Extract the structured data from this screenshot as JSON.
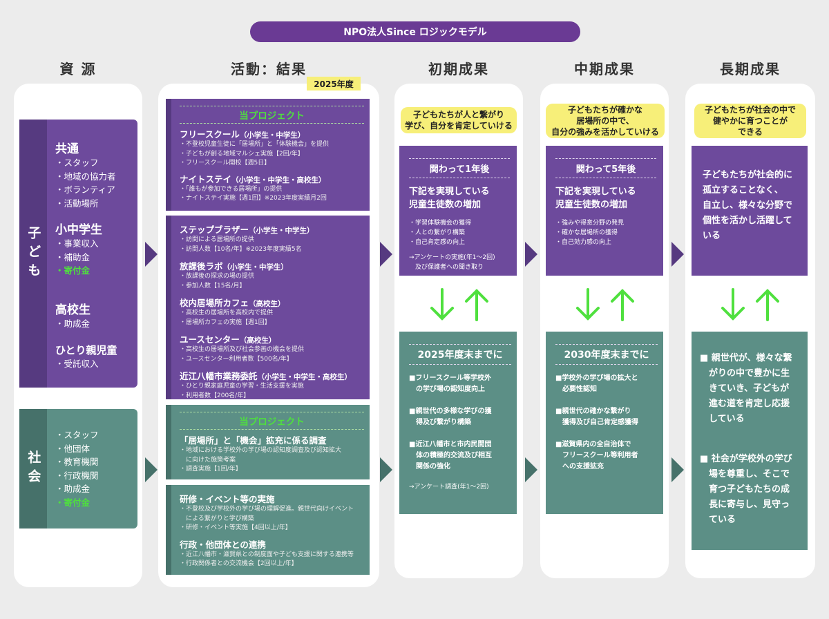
{
  "title": "NPO法人Since ロジックモデル",
  "columns": {
    "resources": "資 源",
    "activities": "活動：結果",
    "initial": "初期成果",
    "mid": "中期成果",
    "long": "長期成果"
  },
  "year_badge": "2025年度",
  "resources": {
    "children_label": "子ども",
    "society_label": "社会",
    "common": {
      "title": "共通",
      "items": [
        "・スタッフ",
        "・地域の協力者",
        "・ボランティア",
        "・活動場所"
      ]
    },
    "students": {
      "title": "小中学生",
      "items": [
        "・事業収入",
        "・補助金",
        "・寄付金"
      ]
    },
    "high": {
      "title": "高校生",
      "items": [
        "・助成金"
      ]
    },
    "single": {
      "title": "ひとり親児童",
      "items": [
        "・受託収入"
      ]
    },
    "society_items": [
      "・スタッフ",
      "・他団体",
      "・教育機関",
      "・行政機関",
      "・助成金",
      "・寄付金"
    ]
  },
  "activities": {
    "project_label": "当プロジェクト",
    "a1": {
      "title": "フリースクール",
      "sub": "（小学生・中学生）",
      "items": [
        "・不登校児童生徒に「居場所」と「体験機会」を提供",
        "・子どもが創る地域マルシェ実施【2回/年】",
        "・フリースクール開校【週5日】"
      ]
    },
    "a2": {
      "title": "ナイトステイ",
      "sub": "（小学生・中学生・高校生）",
      "items": [
        "・「誰もが参加できる居場所」の提供",
        "・ナイトステイ実施【週1回】※2023年度実績月2回"
      ]
    },
    "a3": {
      "title": "ステップブラザー",
      "sub": "（小学生・中学生）",
      "items": [
        "・訪問による居場所の提供",
        "・訪問人数【10名/年】※2023年度実績5名"
      ]
    },
    "a4": {
      "title": "放課後ラボ",
      "sub": "（小学生・中学生）",
      "items": [
        "・放課後の探求の場の提供",
        "・参加人数【15名/月】"
      ]
    },
    "a5": {
      "title": "校内居場所カフェ",
      "sub": "（高校生）",
      "items": [
        "・高校生の居場所を高校内で提供",
        "・居場所カフェの実施【週1回】"
      ]
    },
    "a6": {
      "title": "ユースセンター",
      "sub": "（高校生）",
      "items": [
        "・高校生の居場所及び社会参画の機会を提供",
        "・ユースセンター利用者数【500名/年】"
      ]
    },
    "a7": {
      "title": "近江八幡市業務委託",
      "sub": "（小学生・中学生・高校生）",
      "items": [
        "・ひとり親家庭児童の学習・生活支援を実施",
        "・利用者数【200名/年】"
      ]
    },
    "s1": {
      "title": "「居場所」と「機会」拡充に係る調査",
      "items": [
        "・地域における学校外の学び場の認知度調査及び認知拡大",
        "　に向けた施策考案",
        "・調査実施【1回/年】"
      ]
    },
    "s2": {
      "title": "研修・イベント等の実施",
      "items": [
        "・不登校及び学校外の学び場の理解促進。親世代向けイベント",
        "　による繋がりと学び構築",
        "・研修・イベント等実施【4回以上/年】"
      ]
    },
    "s3": {
      "title": "行政・他団体との連携",
      "items": [
        "・近江八幡市・滋賀県との制度面や子ども支援に関する連携等",
        "・行政関係者との交流機会【2回以上/年】"
      ]
    }
  },
  "initial": {
    "goal": "子どもたちが人と繋がり\n学び、自分を肯定していける",
    "child_head": "関わって1年後",
    "child_sub": "下記を実現している\n児童生徒数の増加",
    "child_items": [
      "・学習体験機会の獲得",
      "・人との繋がり構築",
      "・自己肯定感の向上"
    ],
    "child_note": "→アンケートの実施(年1〜2回)\n　及び保護者への聞き取り",
    "soc_head": "2025年度末までに",
    "soc_items": [
      "■フリースクール等学校外\n　の学び場の認知度向上",
      "■親世代の多様な学びの獲\n　得及び繋がり構築",
      "■近江八幡市と市内民間団\n　体の積極的交流及び相互\n　関係の強化"
    ],
    "soc_note": "→アンケート調査(年1〜2回)"
  },
  "mid": {
    "goal": "子どもたちが確かな\n居場所の中で、\n自分の強みを活かしていける",
    "child_head": "関わって5年後",
    "child_sub": "下記を実現している\n児童生徒数の増加",
    "child_items": [
      "・強みや得意分野の発見",
      "・確かな居場所の獲得",
      "・自己効力感の向上"
    ],
    "soc_head": "2030年度末までに",
    "soc_items": [
      "■学校外の学び場の拡大と\n　必要性認知",
      "■親世代の確かな繋がり\n　獲得及び自己肯定感獲得",
      "■滋賀県内の全自治体で\n　フリースクール等利用者\n　への支援拡充"
    ]
  },
  "long": {
    "goal": "子どもたちが社会の中で\n健やかに育つことが\nできる",
    "child_text": "子どもたちが社会的に\n孤立することなく、\n自立し、様々な分野で\n個性を活かし活躍して\nいる",
    "soc_items": [
      "■ 親世代が、様々な繋\n　がりの中で豊かに生\n　きていき、子どもが\n　進む道を肯定し応援\n　している",
      "■ 社会が学校外の学び\n　場を尊重し、そこで\n　育つ子どもたちの成\n　長に寄与し、見守っ\n　ている"
    ]
  },
  "colors": {
    "purple": "#6d4a9c",
    "teal": "#5c8f86",
    "green": "#4fe03e",
    "yellow": "#f7ef79"
  }
}
